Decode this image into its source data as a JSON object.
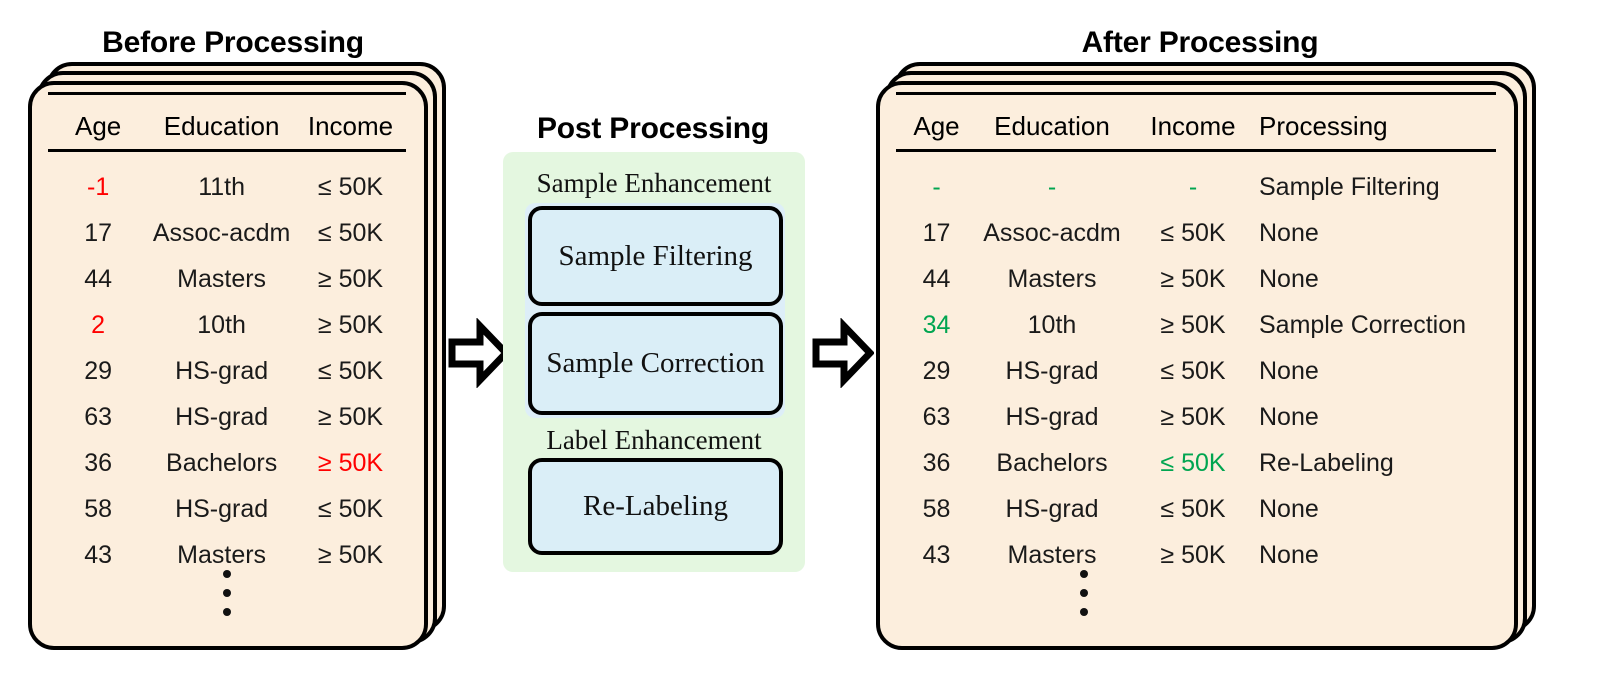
{
  "left_panel": {
    "title": "Before Processing",
    "columns": [
      "Age",
      "Education",
      "Income"
    ],
    "rows": [
      {
        "age": "-1",
        "age_color": "red",
        "education": "11th",
        "edu_color": "normal",
        "income": "≤ 50K",
        "inc_color": "normal"
      },
      {
        "age": "17",
        "age_color": "normal",
        "education": "Assoc-acdm",
        "edu_color": "normal",
        "income": "≤ 50K",
        "inc_color": "normal"
      },
      {
        "age": "44",
        "age_color": "normal",
        "education": "Masters",
        "edu_color": "normal",
        "income": "≥ 50K",
        "inc_color": "normal"
      },
      {
        "age": "2",
        "age_color": "red",
        "education": "10th",
        "edu_color": "normal",
        "income": "≥ 50K",
        "inc_color": "normal"
      },
      {
        "age": "29",
        "age_color": "normal",
        "education": "HS-grad",
        "edu_color": "normal",
        "income": "≤ 50K",
        "inc_color": "normal"
      },
      {
        "age": "63",
        "age_color": "normal",
        "education": "HS-grad",
        "edu_color": "normal",
        "income": "≥ 50K",
        "inc_color": "normal"
      },
      {
        "age": "36",
        "age_color": "normal",
        "education": "Bachelors",
        "edu_color": "normal",
        "income": "≥ 50K",
        "inc_color": "red"
      },
      {
        "age": "58",
        "age_color": "normal",
        "education": "HS-grad",
        "edu_color": "normal",
        "income": "≤ 50K",
        "inc_color": "normal"
      },
      {
        "age": "43",
        "age_color": "normal",
        "education": "Masters",
        "edu_color": "normal",
        "income": "≥ 50K",
        "inc_color": "normal"
      }
    ],
    "ellipsis": "⋮"
  },
  "center_panel": {
    "title": "Post Processing",
    "groups": [
      {
        "label": "Sample Enhancement",
        "boxes": [
          "Sample Filtering",
          "Sample Correction"
        ]
      },
      {
        "label": "Label Enhancement",
        "boxes": [
          "Re-Labeling"
        ]
      }
    ]
  },
  "right_panel": {
    "title": "After Processing",
    "columns": [
      "Age",
      "Education",
      "Income",
      "Processing"
    ],
    "rows": [
      {
        "age": "-",
        "age_color": "green",
        "education": "-",
        "edu_color": "green",
        "income": "-",
        "inc_color": "green",
        "processing": "Sample Filtering"
      },
      {
        "age": "17",
        "age_color": "normal",
        "education": "Assoc-acdm",
        "edu_color": "normal",
        "income": "≤ 50K",
        "inc_color": "normal",
        "processing": "None"
      },
      {
        "age": "44",
        "age_color": "normal",
        "education": "Masters",
        "edu_color": "normal",
        "income": "≥ 50K",
        "inc_color": "normal",
        "processing": "None"
      },
      {
        "age": "34",
        "age_color": "green",
        "education": "10th",
        "edu_color": "normal",
        "income": "≥ 50K",
        "inc_color": "normal",
        "processing": "Sample Correction"
      },
      {
        "age": "29",
        "age_color": "normal",
        "education": "HS-grad",
        "edu_color": "normal",
        "income": "≤ 50K",
        "inc_color": "normal",
        "processing": "None"
      },
      {
        "age": "63",
        "age_color": "normal",
        "education": "HS-grad",
        "edu_color": "normal",
        "income": "≥ 50K",
        "inc_color": "normal",
        "processing": "None"
      },
      {
        "age": "36",
        "age_color": "normal",
        "education": "Bachelors",
        "edu_color": "normal",
        "income": "≤ 50K",
        "inc_color": "green",
        "processing": "Re-Labeling"
      },
      {
        "age": "58",
        "age_color": "normal",
        "education": "HS-grad",
        "edu_color": "normal",
        "income": "≤ 50K",
        "inc_color": "normal",
        "processing": "None"
      },
      {
        "age": "43",
        "age_color": "normal",
        "education": "Masters",
        "edu_color": "normal",
        "income": "≥ 50K",
        "inc_color": "normal",
        "processing": "None"
      }
    ],
    "ellipsis": "⋮"
  },
  "arrows": [
    {
      "name": "arrow-before-to-processing"
    },
    {
      "name": "arrow-processing-to-after"
    }
  ],
  "colors": {
    "card_fill": "#fceedd",
    "card_stroke": "#000000",
    "green_panel": "#e4f7e0",
    "blue_group": "#ddeef8",
    "proc_box": "#daeef7",
    "highlight_red": "#ff0000",
    "highlight_green": "#00a550",
    "text": "#1a1a1a"
  }
}
